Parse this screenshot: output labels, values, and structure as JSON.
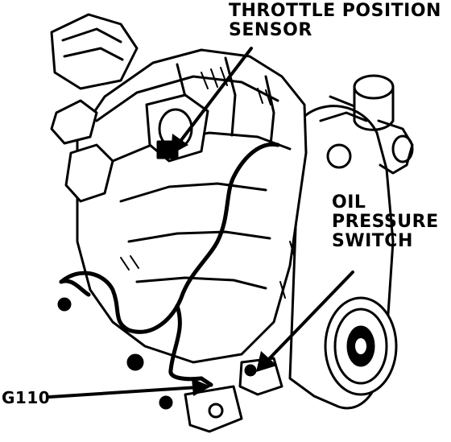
{
  "figure": {
    "callouts": {
      "throttle_position_sensor": "THROTTLE POSITION\nSENSOR",
      "oil_pressure_switch": "OIL\nPRESSURE\nSWITCH",
      "ground": "G110"
    },
    "colors": {
      "ink": "#000000",
      "paper": "#ffffff"
    }
  }
}
